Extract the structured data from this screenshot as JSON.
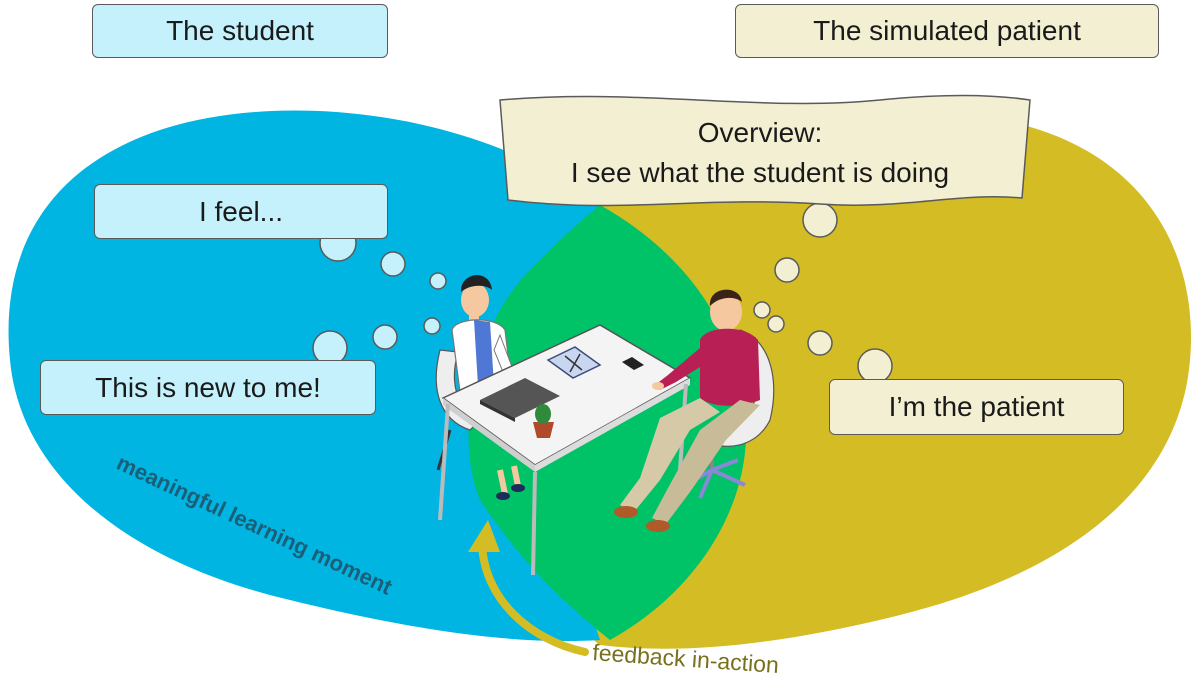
{
  "titles": {
    "student": "The student",
    "patient": "The simulated patient"
  },
  "thoughts": {
    "feel": "I feel...",
    "new": "This is new to me!",
    "patient": "I’m the patient",
    "overview_line1": "Overview:",
    "overview_line2": "I see what the student is doing"
  },
  "annotations": {
    "learning_moment": "meaningful learning moment",
    "feedback": "feedback in-action"
  },
  "colors": {
    "student_blue": "#00b5e2",
    "patient_olive": "#d4bc25",
    "overlap_green": "#00c266",
    "box_blue": "#c4f1fb",
    "box_cream": "#f3efd2",
    "learning_text": "#1a5f7a",
    "feedback_text": "#77701c"
  }
}
